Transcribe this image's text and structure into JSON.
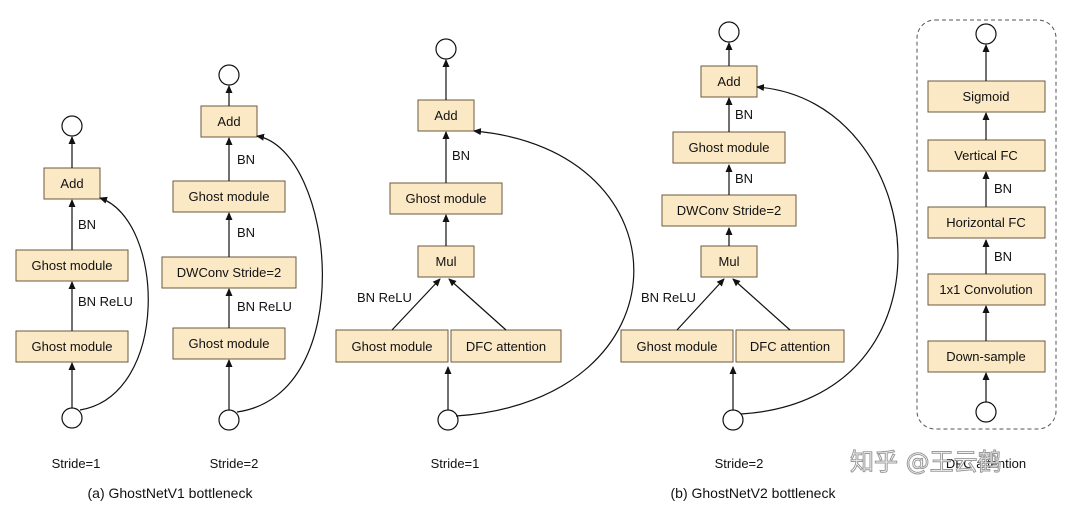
{
  "labels": {
    "add": "Add",
    "ghost_module": "Ghost module",
    "dwconv": "DWConv Stride=2",
    "mul": "Mul",
    "dfc_attention": "DFC attention",
    "sigmoid": "Sigmoid",
    "vertical_fc": "Vertical FC",
    "horizontal_fc": "Horizontal FC",
    "conv1x1": "1x1 Convolution",
    "downsample": "Down-sample",
    "bn": "BN",
    "bn_relu": "BN ReLU",
    "stride1": "Stride=1",
    "stride2": "Stride=2",
    "dfc_panel_label": "DFC attention"
  },
  "captions": {
    "v1": "(a) GhostNetV1 bottleneck",
    "v2": "(b) GhostNetV2 bottleneck"
  },
  "watermark": "知乎 @王云鹤",
  "colors": {
    "box_fill": "#fbe8c4",
    "box_stroke": "#6b5a3e",
    "line": "#111111"
  }
}
